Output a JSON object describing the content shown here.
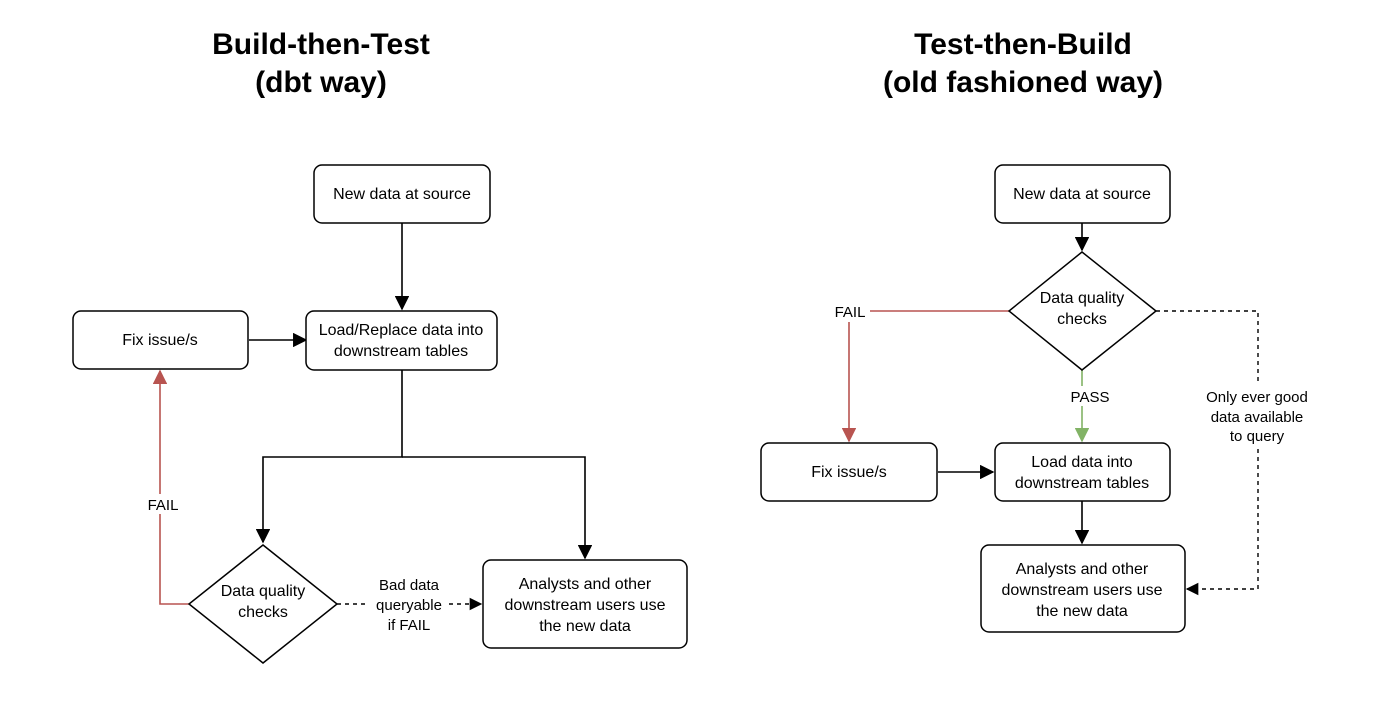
{
  "left": {
    "title_line1": "Build-then-Test",
    "title_line2": "(dbt way)",
    "source": "New data at source",
    "fix": "Fix issue/s",
    "load_line1": "Load/Replace data into",
    "load_line2": "downstream tables",
    "checks_line1": "Data quality",
    "checks_line2": "checks",
    "analysts_line1": "Analysts and other",
    "analysts_line2": "downstream users use",
    "analysts_line3": "the new data",
    "fail_label": "FAIL",
    "bad_line1": "Bad data",
    "bad_line2": "queryable",
    "bad_line3": "if FAIL"
  },
  "right": {
    "title_line1": "Test-then-Build",
    "title_line2": "(old fashioned way)",
    "source": "New data at source",
    "checks_line1": "Data quality",
    "checks_line2": "checks",
    "fail_label": "FAIL",
    "pass_label": "PASS",
    "fix": "Fix issue/s",
    "load_line1": "Load data into",
    "load_line2": "downstream tables",
    "analysts_line1": "Analysts and other",
    "analysts_line2": "downstream users use",
    "analysts_line3": "the new data",
    "good_line1": "Only ever good",
    "good_line2": "data available",
    "good_line3": "to query"
  },
  "colors": {
    "fail_edge": "#b85450",
    "pass_edge": "#82b366",
    "stroke": "#000000"
  }
}
